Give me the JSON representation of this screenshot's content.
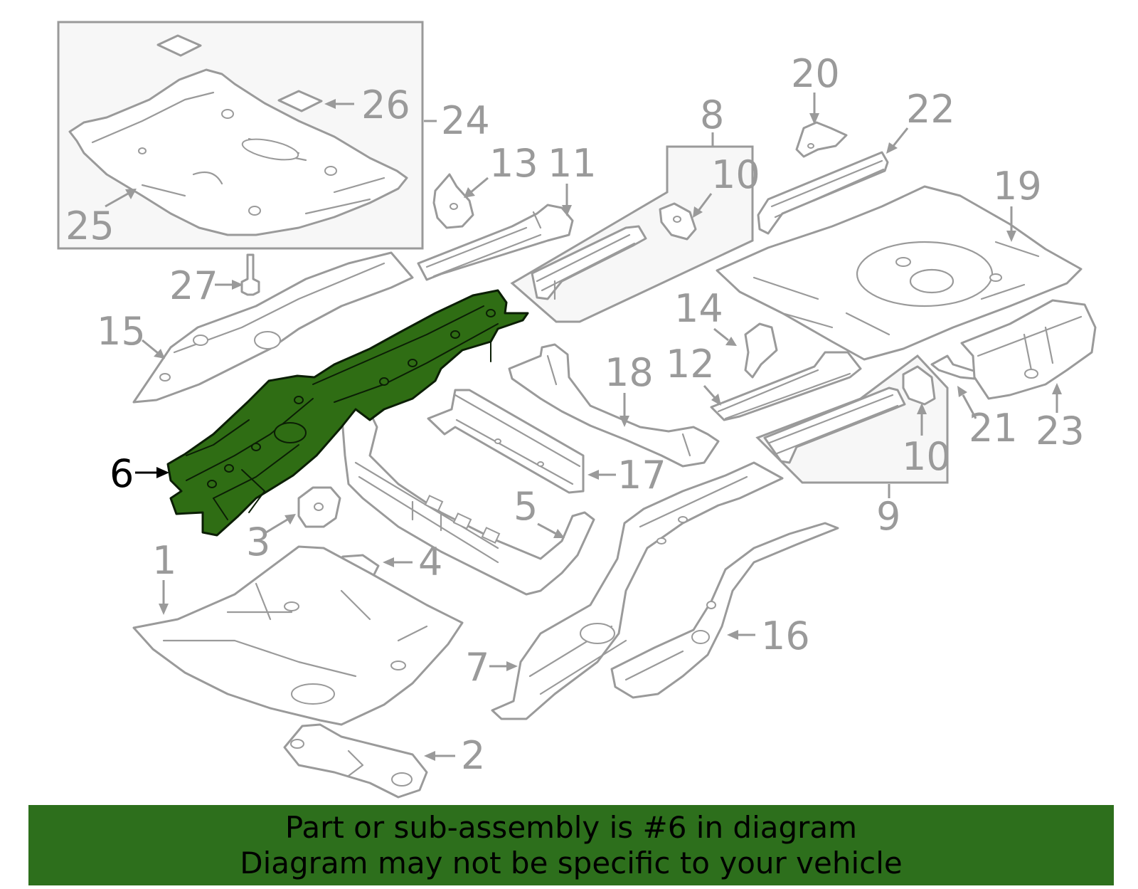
{
  "callouts": {
    "c1": "1",
    "c2": "2",
    "c3": "3",
    "c4": "4",
    "c5": "5",
    "c6": "6",
    "c7": "7",
    "c8": "8",
    "c9": "9",
    "c10a": "10",
    "c10b": "10",
    "c11": "11",
    "c12": "12",
    "c13": "13",
    "c14": "14",
    "c15": "15",
    "c16": "16",
    "c17": "17",
    "c18": "18",
    "c19": "19",
    "c20": "20",
    "c21": "21",
    "c22": "22",
    "c23": "23",
    "c24": "24",
    "c25": "25",
    "c26": "26",
    "c27": "27"
  },
  "highlighted_part": "6",
  "colors": {
    "highlight": "#2f6d14",
    "banner": "#2d6f1c",
    "line_art": "#9a9a9a"
  },
  "banner": {
    "line1": "Part or sub-assembly is #6 in diagram",
    "line2": "Diagram may not be specific to your vehicle"
  }
}
